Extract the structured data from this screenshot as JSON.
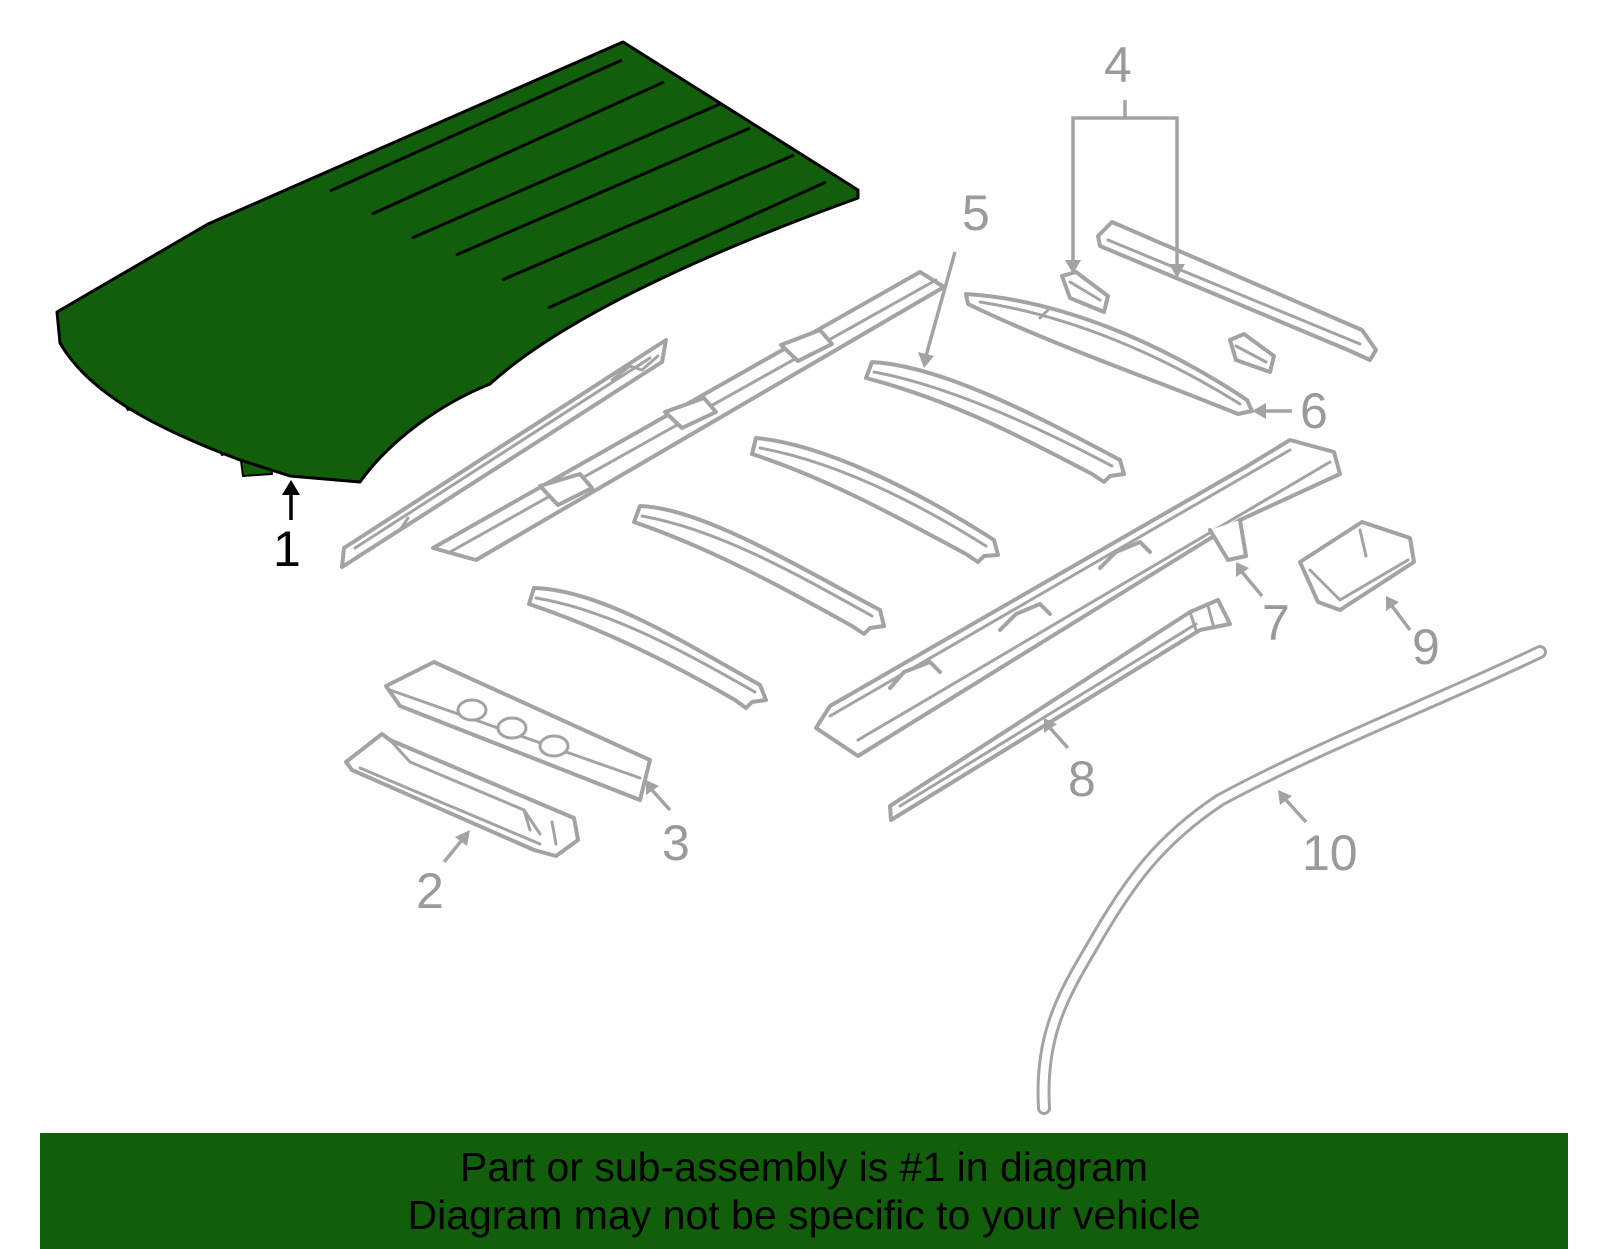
{
  "colors": {
    "highlight_fill": "#115f0b",
    "part_stroke": "#a3a3a3",
    "label_inactive": "#9a9a9a",
    "label_active": "#000000",
    "banner_background": "#115f0b"
  },
  "callouts": {
    "c1": "1",
    "c2": "2",
    "c3": "3",
    "c4": "4",
    "c5": "5",
    "c6": "6",
    "c7": "7",
    "c8": "8",
    "c9": "9",
    "c10": "10"
  },
  "highlighted_part": "1",
  "banner": {
    "line1": "Part or sub-assembly is #1 in diagram",
    "line2": "Diagram may not be specific to your vehicle"
  }
}
